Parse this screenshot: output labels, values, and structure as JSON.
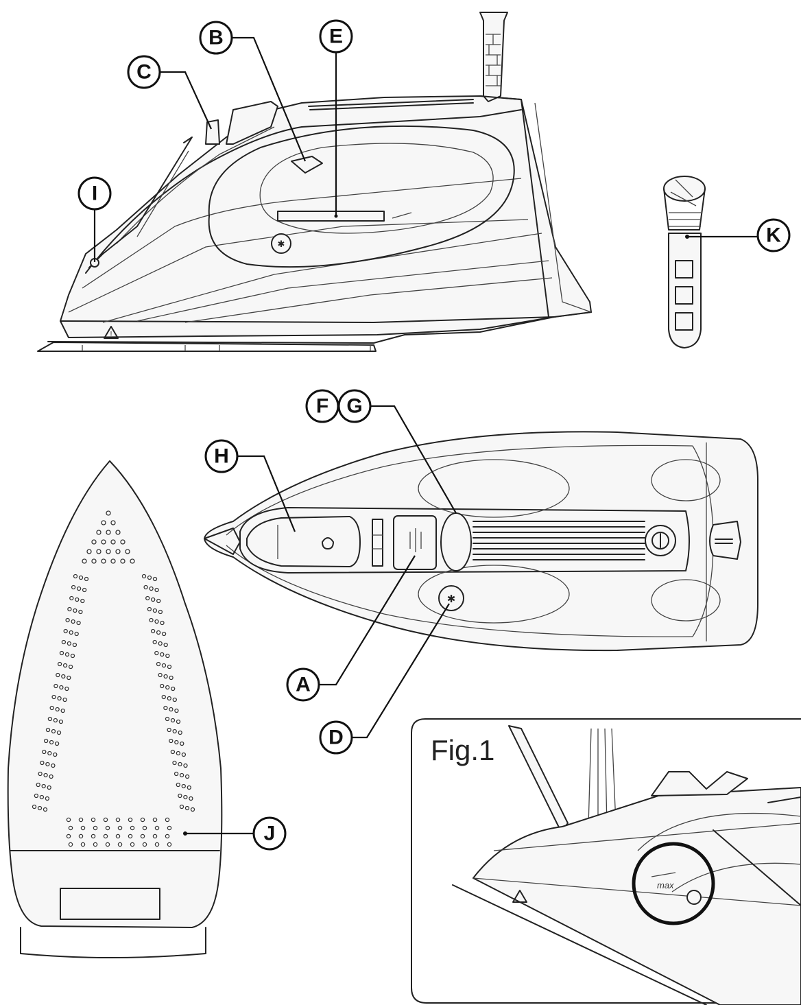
{
  "callouts": {
    "A": "A",
    "B": "B",
    "C": "C",
    "D": "D",
    "E": "E",
    "F": "F",
    "G": "G",
    "H": "H",
    "I": "I",
    "J": "J",
    "K": "K"
  },
  "figure_label": "Fig.1",
  "max_mark": "max",
  "icons": [
    "warning-triangle-icon",
    "steam-icon",
    "water-drop-icon",
    "self-clean-icon"
  ],
  "colors": {
    "line": "#222222",
    "background": "#ffffff"
  }
}
